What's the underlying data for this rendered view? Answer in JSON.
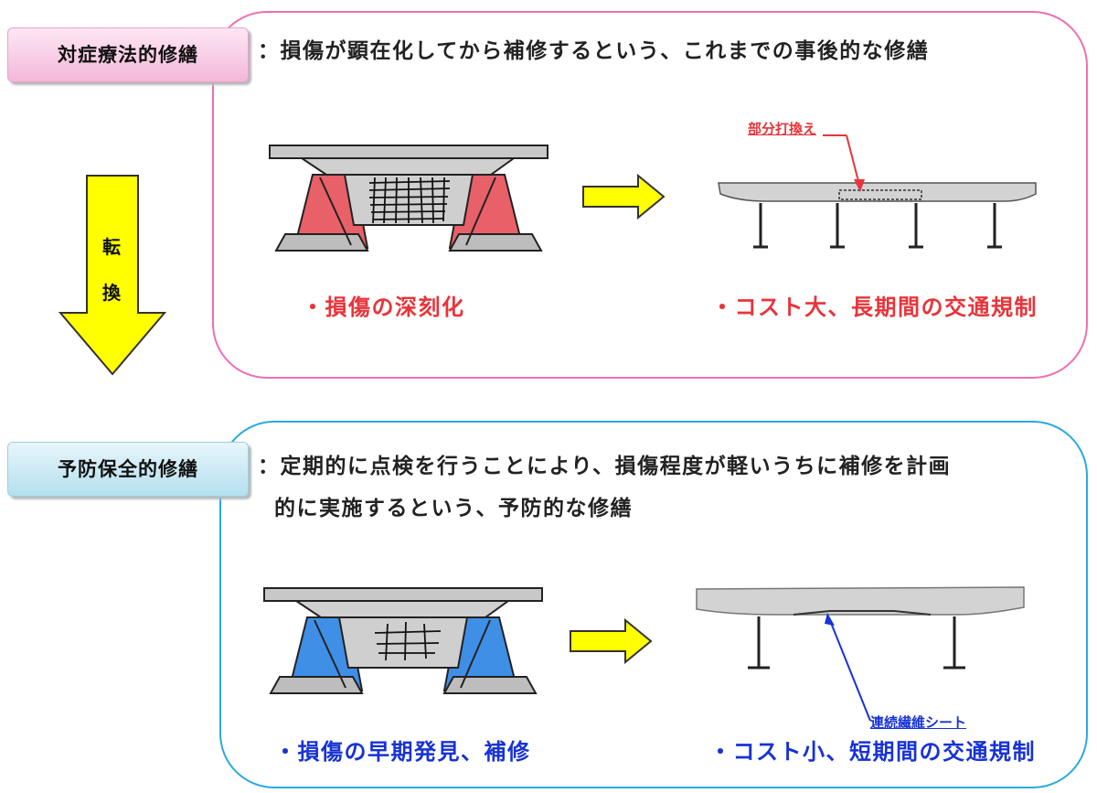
{
  "top": {
    "tag": "対症療法的修繕",
    "description": "：損傷が顕在化してから補修するという、これまでの事後的な修繕",
    "caption_left": "・損傷の深刻化",
    "caption_right": "・コスト大、長期間の交通規制",
    "callout": "部分打換え",
    "accent_color": "#ee6fb4"
  },
  "bottom": {
    "tag": "予防保全的修繕",
    "description_line1": "：定期的に点検を行うことにより、損傷程度が軽いうちに補修を計画",
    "description_line2": "的に実施するという、予防的な修繕",
    "caption_left": "・損傷の早期発見、補修",
    "caption_right": "・コスト小、短期間の交通規制",
    "callout": "連続繊維シート",
    "accent_color": "#2aa9df"
  },
  "transition": {
    "char1": "転",
    "char2": "換",
    "arrow_color": "#ffff00"
  }
}
